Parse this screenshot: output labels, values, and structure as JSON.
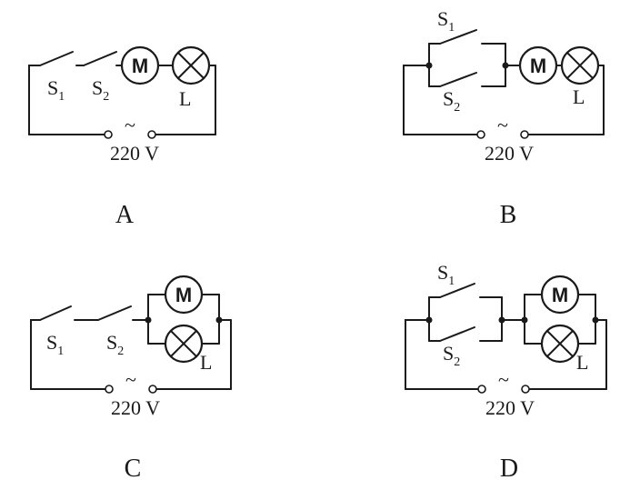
{
  "switch_labels": {
    "s1_letter": "S",
    "s1_sub": "1",
    "s2_letter": "S",
    "s2_sub": "2"
  },
  "motor_symbol": "M",
  "lamp_label": "L",
  "supply_label": "220 V",
  "supply_tilde": "~",
  "options": [
    "A",
    "B",
    "C",
    "D"
  ]
}
